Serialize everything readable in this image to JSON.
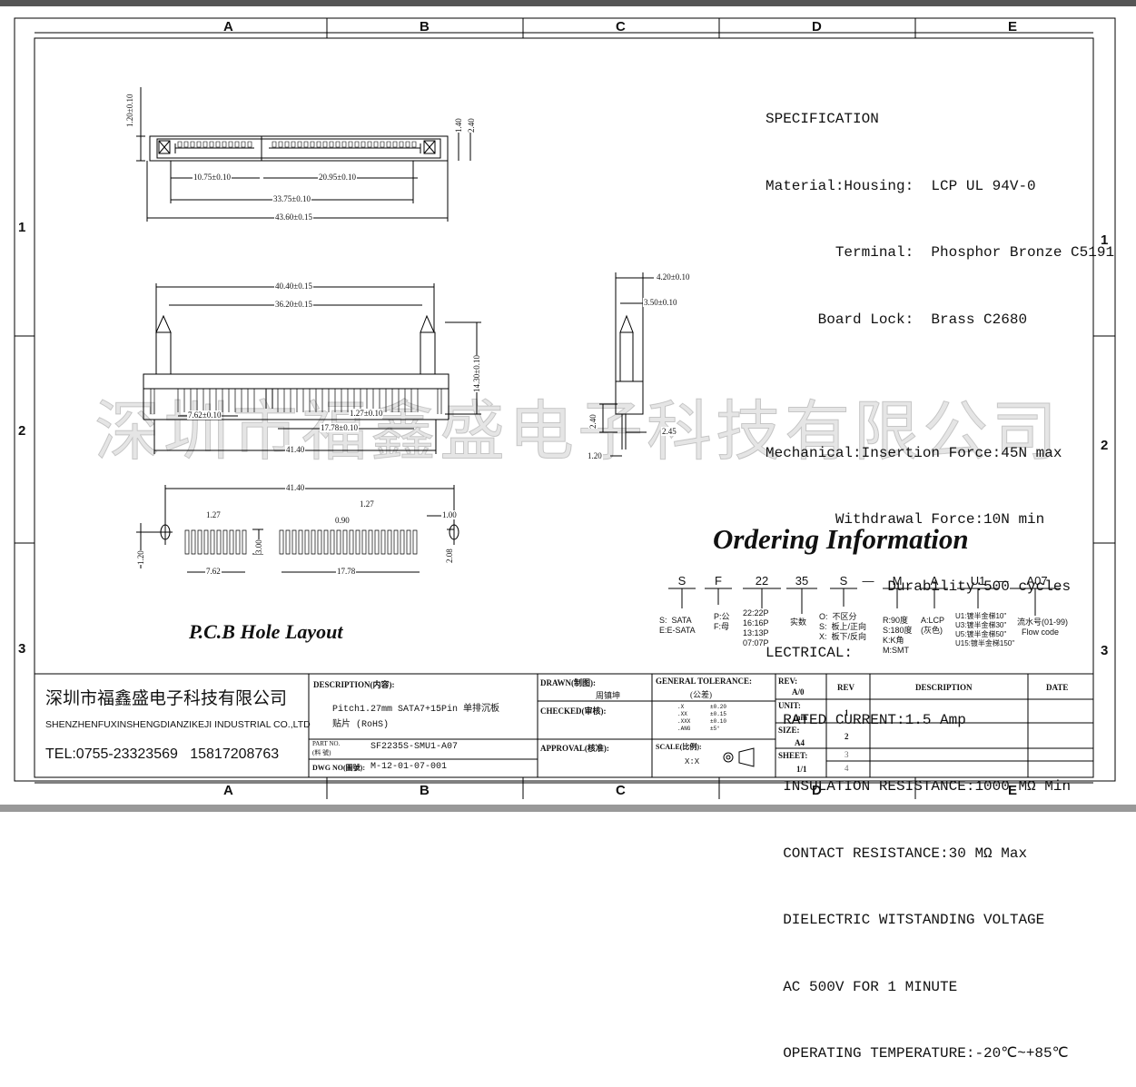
{
  "zones": {
    "columns": [
      "A",
      "B",
      "C",
      "D",
      "E"
    ],
    "rows": [
      "1",
      "2",
      "3"
    ]
  },
  "specification": {
    "lines": [
      "SPECIFICATION",
      "Material:Housing:  LCP UL 94V-0",
      "        Terminal:  Phosphor Bronze C5191",
      "      Board Lock:  Brass C2680",
      "",
      "Mechanical:Insertion Force:45N max",
      "        Withdrawal Force:10N min",
      "              Durability:500 cycles",
      "LECTRICAL:",
      "  RATED CURRENT:1.5 Amp",
      "  INSULATION RESISTANCE:1000 MΩ Min",
      "  CONTACT RESISTANCE:30 MΩ Max",
      "  DIELECTRIC WITSTANDING VOLTAGE",
      "  AC 500V FOR 1 MINUTE",
      "  OPERATING TEMPERATURE:-20℃~+85℃"
    ]
  },
  "dims": {
    "top_h1": "1.20±0.10",
    "top_h2": "1.40",
    "top_h3": "2.40",
    "top_w1": "10.75±0.10",
    "top_w2": "20.95±0.10",
    "top_w3": "33.75±0.10",
    "top_w4": "43.60±0.15",
    "front_w1": "40.40±0.15",
    "front_w2": "36.20±0.15",
    "front_h": "14.30±0.10",
    "front_p1": "7.62±0.10",
    "front_p2": "1.27±0.10",
    "front_p3": "17.78±0.10",
    "front_w3": "41.40",
    "side_1": "4.20±0.10",
    "side_2": "3.50±0.10",
    "side_3": "2.40",
    "side_4": "2.45",
    "side_5": "1.20",
    "pcb_w": "41.40",
    "pcb_p1": "1.27",
    "pcb_p2": "1.27",
    "pcb_p3": "0.90",
    "pcb_p4": "1.00",
    "pcb_h1": "1.20",
    "pcb_h2": "3.00",
    "pcb_h3": "2.08",
    "pcb_w1": "7.62",
    "pcb_w2": "17.78"
  },
  "pcb_title": "P.C.B Hole Layout",
  "ordering": {
    "title": "Ordering Information",
    "codes": [
      "S",
      "F",
      "22",
      "35",
      "S",
      "M",
      "A",
      "U1",
      "A07"
    ],
    "dash1": "—",
    "dash2": "—",
    "opt_s": "S:  SATA\nE:E-SATA",
    "opt_f": "P:公\nF:母",
    "opt_22": "22:22P\n16:16P\n13:13P\n07:07P",
    "opt_35": "实数",
    "opt_s2": "O:  不区分\nS:  板上/正向\nX:  板下/反向",
    "opt_m": "R:90度\nS:180度\nK:K角\nM:SMT",
    "opt_a": "A:LCP\n(灰色)",
    "opt_u1": "U1:镀半金梯10\"\nU3:镀半金梯30\"\nU5:镀半金梯50\"\nU15:镀半金梯150\"",
    "opt_a07": "流水号(01-99)\n  Flow code"
  },
  "watermark": "深圳市福鑫盛电子科技有限公司",
  "titleblock": {
    "company_cn": "深圳市福鑫盛电子科技有限公司",
    "company_en": "SHENZHENFUXINSHENGDIANZIKEJI INDUSTRIAL CO.,LTD",
    "tel": "TEL:0755-23323569   15817208763",
    "desc_label": "DESCRIPTION(内容):",
    "desc_1": "Pitch1.27mm SATA7+15Pin 单排沉板",
    "desc_2": "贴片 (RoHS)",
    "part_label_1": "PART NO.",
    "part_label_2": "(料    號)",
    "part_value": "SF2235S-SMU1-A07",
    "dwg_label": "DWG NO(圖號):",
    "dwg_value": "M-12-01-07-001",
    "drawn_label": "DRAWN(制图):",
    "drawn_value": "周镇坤",
    "checked_label": "CHECKED(审核):",
    "approval_label": "APPROVAL(核准):",
    "tol_label": "GENERAL TOLERANCE:",
    "tol_sub": "(公差)",
    "tol_rows": [
      ".X        ±0.20",
      ".XX       ±0.15",
      ".XXX      ±0.10",
      ".ANG      ±5°"
    ],
    "scale_label": "SCALE(比例):",
    "scale_value": "X:X",
    "rev_label": "REV:",
    "rev_value": "A/0",
    "unit_label": "UNIT:",
    "unit_value": "mm",
    "size_label": "SIZE:",
    "size_value": "A4",
    "sheet_label": "SHEET:",
    "sheet_value": "1/1",
    "rev_col": "REV",
    "desc_col": "DESCRIPTION",
    "date_col": "DATE",
    "rev_rows": [
      "1",
      "2",
      "3",
      "4"
    ]
  }
}
